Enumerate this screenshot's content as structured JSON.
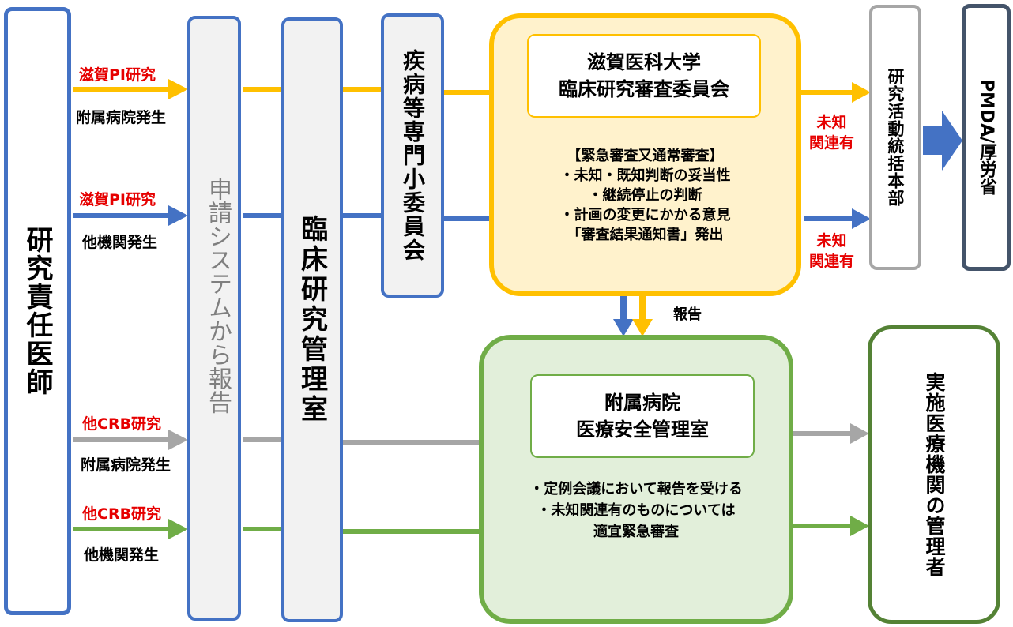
{
  "left_box": {
    "label": "研究責任医師"
  },
  "flows": [
    {
      "title": "滋賀PI研究",
      "subtitle": "附属病院発生"
    },
    {
      "title": "滋賀PI研究",
      "subtitle": "他機関発生"
    },
    {
      "title": "他CRB研究",
      "subtitle": "附属病院発生"
    },
    {
      "title": "他CRB研究",
      "subtitle": "他機関発生"
    }
  ],
  "system_box": {
    "label": "申請システムから報告"
  },
  "management_box": {
    "label": "臨床研究管理室"
  },
  "disease_box": {
    "label": "疾病等専門小委員会"
  },
  "committee": {
    "title_line1": "滋賀医科大学",
    "title_line2": "臨床研究審査委員会",
    "body": [
      "【緊急審査又通常審査】",
      "・未知・既知判断の妥当性",
      "・継続停止の判断",
      "・計画の変更にかかる意見",
      "「審査結果通知書」発出"
    ]
  },
  "unknown_labels": [
    {
      "line1": "未知",
      "line2": "関連有"
    },
    {
      "line1": "未知",
      "line2": "関連有"
    }
  ],
  "hq_box": {
    "label": "研究活動統括本部"
  },
  "pmda_box": {
    "label": "PMDA/厚労省"
  },
  "report_label": "報告",
  "safety": {
    "title_line1": "附属病院",
    "title_line2": "医療安全管理室",
    "body": [
      "・定例会議において報告を受ける",
      "・未知関連有のものについては",
      "適宜緊急審査"
    ]
  },
  "manager_box": {
    "label": "実施医療機関の管理者"
  },
  "colors": {
    "yellow": "#ffc000",
    "blue": "#4472c4",
    "gray": "#a6a6a6",
    "green": "#70ad47",
    "dark_green": "#548235",
    "slate": "#44546a"
  }
}
